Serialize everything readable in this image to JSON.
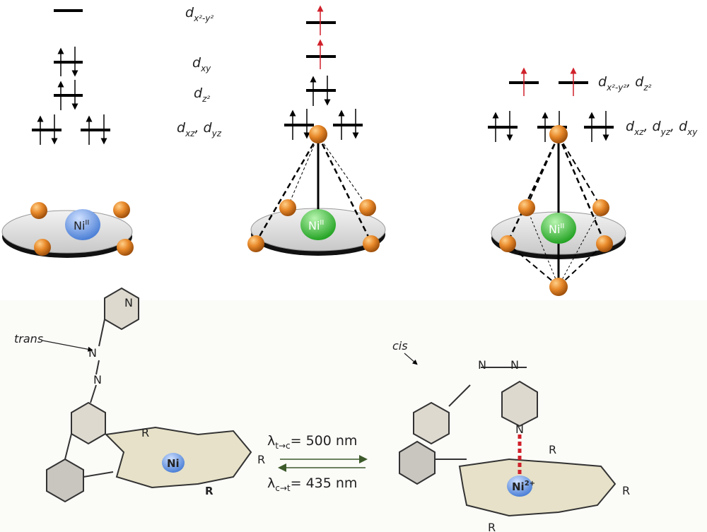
{
  "panels": [
    {
      "geometry": "square-planar",
      "metal": "Ni",
      "oxidation": "II",
      "labels": [
        {
          "main": "d",
          "sub": "x²-y²"
        },
        {
          "main": "d",
          "sub": "xy"
        },
        {
          "main": "d",
          "sub": "z²"
        },
        {
          "main": "d",
          "sub": "xz",
          "main2": ", d",
          "sub2": "yz"
        }
      ]
    },
    {
      "geometry": "square-pyramidal",
      "metal": "Ni",
      "oxidation": "II"
    },
    {
      "geometry": "octahedral",
      "metal": "Ni",
      "oxidation": "II",
      "labels": [
        {
          "main": "d",
          "sub": "x²-y²",
          "main2": ", d",
          "sub2": "z²"
        },
        {
          "main": "d",
          "sub": "xz",
          "main2": ", d",
          "sub2": "yz",
          "main3": ", d",
          "sub3": "xy"
        }
      ]
    }
  ],
  "reaction": {
    "trans_label": "trans",
    "cis_label": "cis",
    "forward": {
      "lambda": "λ",
      "sub": "t→c",
      "value": "= 500 nm"
    },
    "reverse": {
      "lambda": "λ",
      "sub": "c→t",
      "value": "= 435 nm"
    },
    "atom_N": "N",
    "atom_Ni": "Ni",
    "atom_Ni2": "Ni",
    "ni2_charge": "2+",
    "sub_R": "R"
  },
  "colors": {
    "electron_red": "#d0202a",
    "arrow_green": "#3d5a2a",
    "ligand": "#e08a2a",
    "ni_blue": "#6f9ee0",
    "ni_green": "#3cba3c"
  }
}
